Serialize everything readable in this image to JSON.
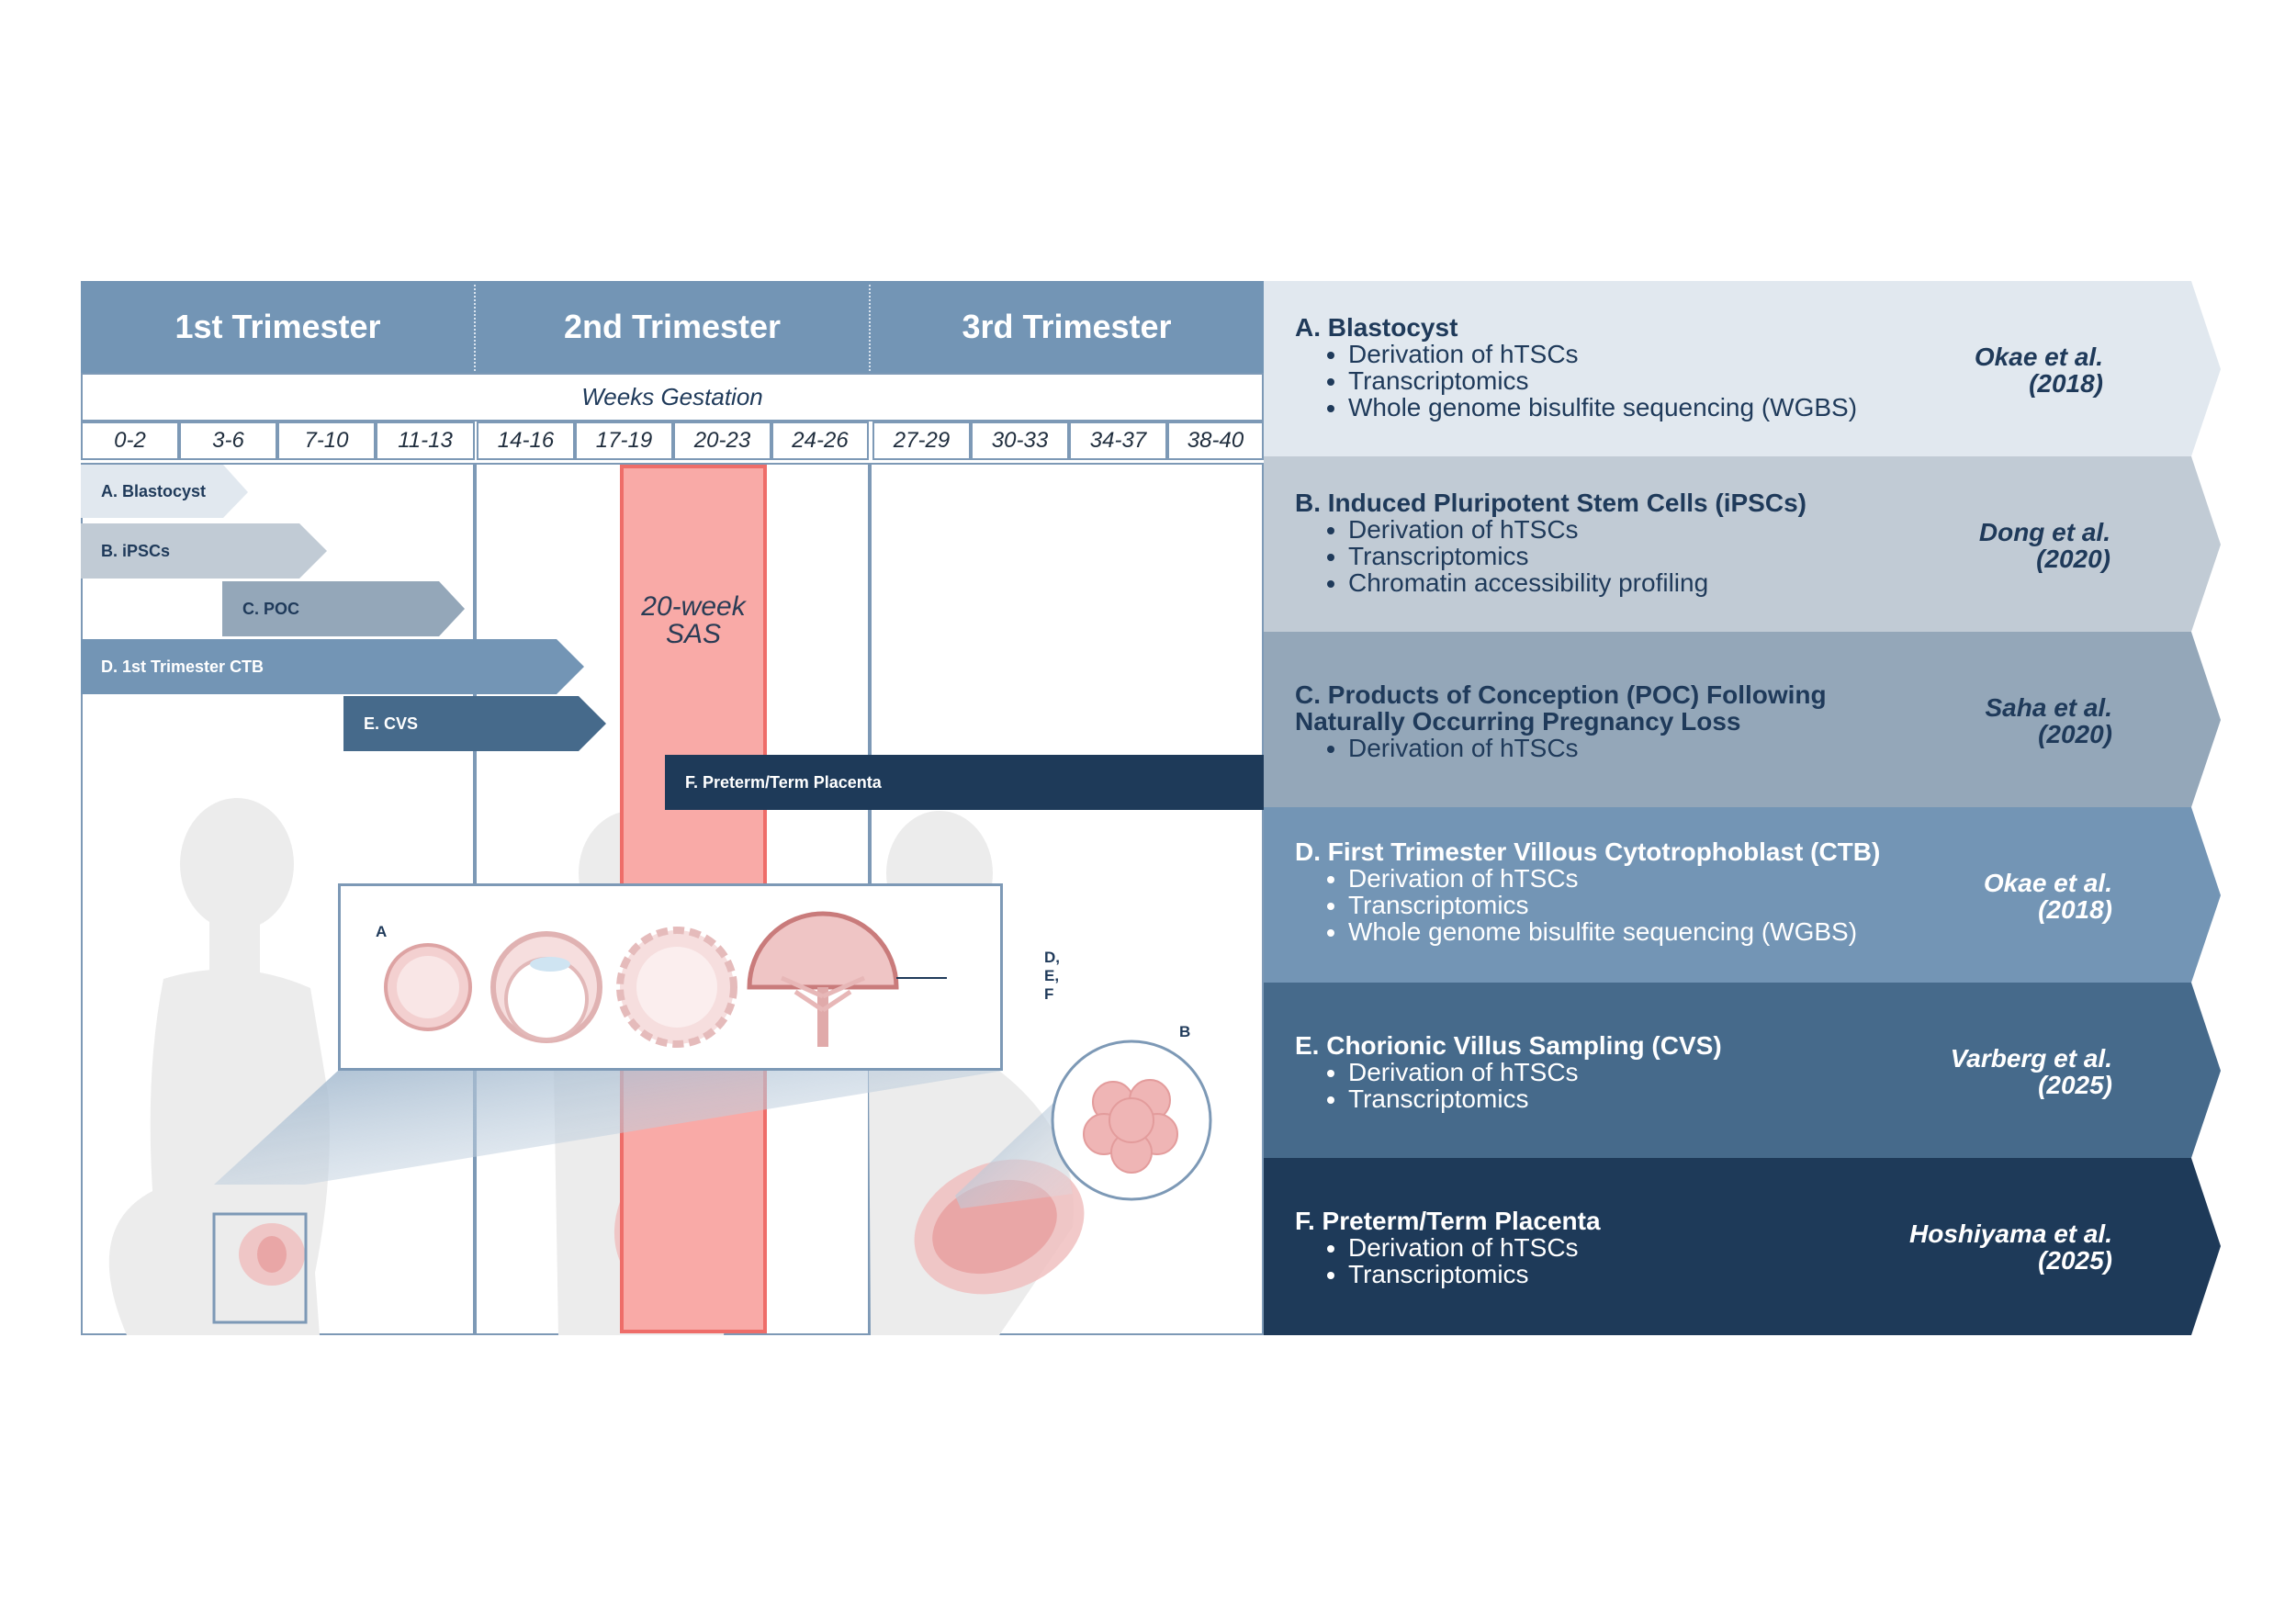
{
  "trimesters": [
    "1st Trimester",
    "2nd Trimester",
    "3rd Trimester"
  ],
  "weeks_label": "Weeks Gestation",
  "weeks": [
    "0-2",
    "3-6",
    "7-10",
    "11-13",
    "14-16",
    "17-19",
    "20-23",
    "24-26",
    "27-29",
    "30-33",
    "34-37",
    "38-40"
  ],
  "sas_label": "20-week SAS",
  "arrows": [
    {
      "label": "A. Blastocyst",
      "color": "#e1e8ef"
    },
    {
      "label": "B. iPSCs",
      "color": "#c1cbd5"
    },
    {
      "label": "C. POC",
      "color": "#94a7b9"
    },
    {
      "label": "D. 1st Trimester CTB",
      "color": "#7395b5"
    },
    {
      "label": "E. CVS",
      "color": "#466a8b"
    },
    {
      "label": "F. Preterm/Term Placenta",
      "color": "#1e3a59"
    }
  ],
  "inset": {
    "letter_a": "A",
    "pointer_label": "D, E, F",
    "letter_b": "B"
  },
  "studies": [
    {
      "title": "A. Blastocyst",
      "bullets": [
        "Derivation of hTSCs",
        "Transcriptomics",
        "Whole genome bisulfite sequencing (WGBS)"
      ],
      "cite": [
        "Okae et al.",
        "(2018)"
      ],
      "color": "#e1e8ef"
    },
    {
      "title": "B. Induced Pluripotent Stem Cells (iPSCs)",
      "bullets": [
        "Derivation of hTSCs",
        "Transcriptomics",
        "Chromatin accessibility profiling"
      ],
      "cite": [
        "Dong et al.",
        "(2020)"
      ],
      "color": "#c1cbd5"
    },
    {
      "title": "C. Products of Conception (POC) Following Naturally Occurring Pregnancy Loss",
      "bullets": [
        "Derivation of hTSCs"
      ],
      "cite": [
        "Saha et al.",
        "(2020)"
      ],
      "color": "#94a7b9"
    },
    {
      "title": "D. First Trimester Villous Cytotrophoblast (CTB)",
      "bullets": [
        "Derivation of hTSCs",
        "Transcriptomics",
        "Whole genome bisulfite sequencing (WGBS)"
      ],
      "cite": [
        "Okae et al.",
        "(2018)"
      ],
      "color": "#7395b5"
    },
    {
      "title": "E. Chorionic Villus Sampling (CVS)",
      "bullets": [
        "Derivation of hTSCs",
        "Transcriptomics"
      ],
      "cite": [
        "Varberg et al.",
        "(2025)"
      ],
      "color": "#466a8b"
    },
    {
      "title": "F. Preterm/Term Placenta",
      "bullets": [
        "Derivation of hTSCs",
        "Transcriptomics"
      ],
      "cite": [
        "Hoshiyama et al.",
        "(2025)"
      ],
      "color": "#1e3a59"
    }
  ]
}
